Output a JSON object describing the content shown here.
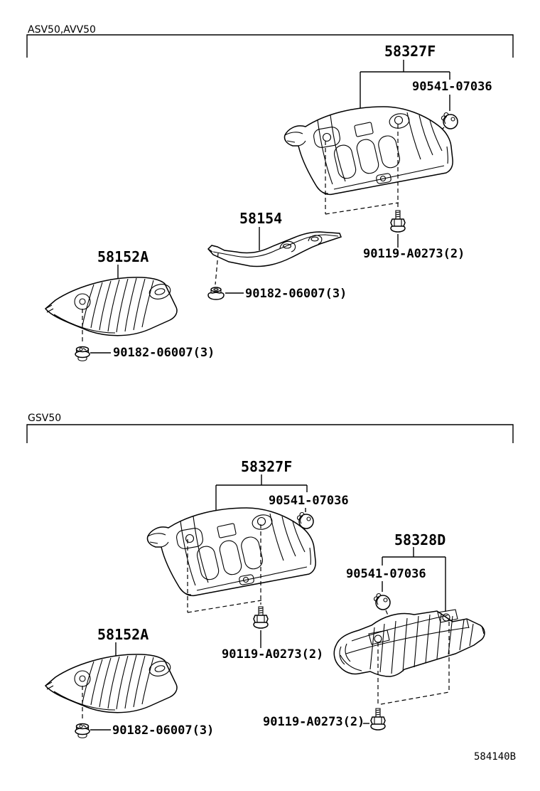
{
  "diagram": {
    "code": "584140B"
  },
  "top_section": {
    "variant": "ASV50,AVV50",
    "labels": {
      "center_insulator": "58327F",
      "center_clip": "90541-07036",
      "center_bolt": "90119-A0273(2)",
      "bracket_insulator": "58154",
      "bracket_nut": "90182-06007(3)",
      "front_insulator": "58152A",
      "front_bolt": "90182-06007(3)"
    }
  },
  "bottom_section": {
    "variant": "GSV50",
    "labels": {
      "center_insulator": "58327F",
      "center_clip": "90541-07036",
      "center_bolt": "90119-A0273(2)",
      "rear_insulator": "58328D",
      "rear_clip": "90541-07036",
      "rear_bolt": "90119-A0273(2)",
      "front_insulator": "58152A",
      "front_bolt": "90182-06007(3)"
    }
  }
}
